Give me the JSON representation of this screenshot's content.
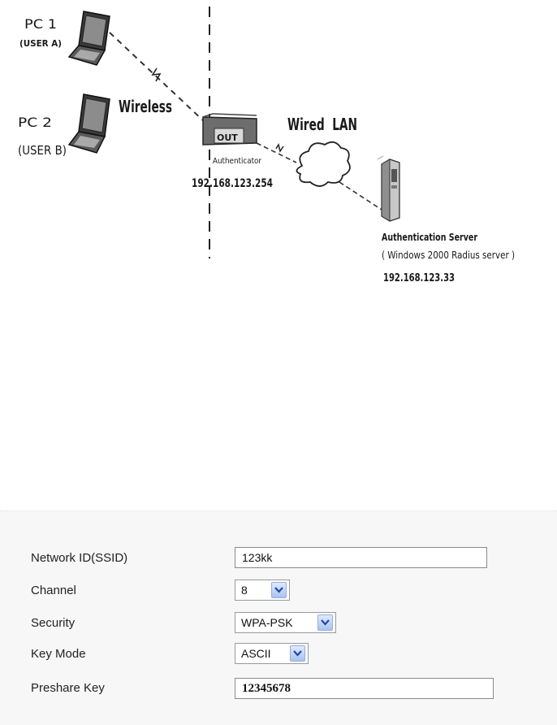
{
  "diagram": {
    "pc1_name": "PC 1",
    "pc1_user": "(USER A)",
    "pc2_name": "PC 2",
    "pc2_user": "(USER B)",
    "wireless_label": "Wireless",
    "wired_label": "Wired  LAN",
    "ap_port": "OUT",
    "authenticator_label": "Authenticator",
    "authenticator_ip": "192.168.123.254",
    "server_label": "Authentication Server",
    "server_desc": "( Windows 2000 Radius server )",
    "server_ip": "192.168.123.33"
  },
  "form": {
    "ssid_label": "Network ID(SSID)",
    "ssid_value": "123kk",
    "channel_label": "Channel",
    "channel_value": "8",
    "security_label": "Security",
    "security_value": "WPA-PSK",
    "keymode_label": "Key Mode",
    "keymode_value": "ASCII",
    "preshare_label": "Preshare Key",
    "preshare_value": "12345678"
  },
  "icons": [
    "laptop-icon",
    "access-point-icon",
    "cloud-icon",
    "server-icon",
    "chevron-down-icon"
  ]
}
